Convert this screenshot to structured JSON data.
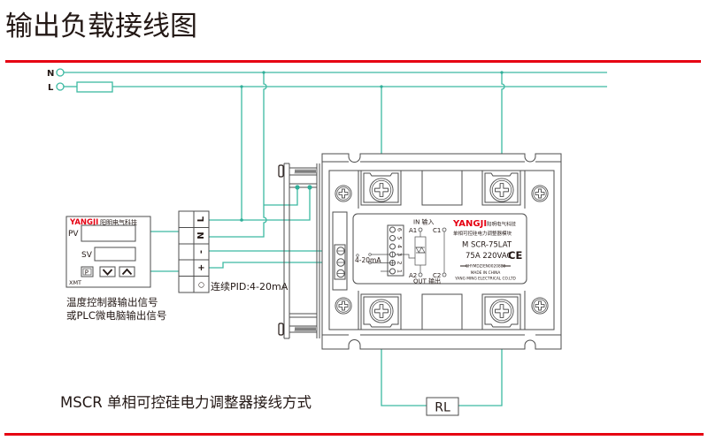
{
  "title": "输出负载接线图",
  "colors": {
    "accent_red": "#e60012",
    "wire": "#3cb9a2",
    "outline": "#4d4d4d",
    "text": "#231815"
  },
  "power": {
    "neutral_label": "N",
    "live_label": "L",
    "fuse": "fuse-icon"
  },
  "controller": {
    "brand": "YANGJI",
    "brand_cn": "阳明电气科技",
    "pv_label": "PV",
    "sv_label": "SV",
    "buttons": [
      {
        "label": "P",
        "icon": "program-key-icon"
      },
      {
        "label": "",
        "icon": "chevron-down-icon"
      },
      {
        "label": "",
        "icon": "chevron-up-icon"
      }
    ],
    "model": "XMT",
    "caption": [
      "温度控制器输出信号",
      "或PLC微电脑输出信号"
    ]
  },
  "terminal_block": {
    "labels": [
      "L",
      "N",
      "-",
      "+",
      "○"
    ],
    "pid_label": "连续PID:4-20mA"
  },
  "module": {
    "in_label": "IN 输入",
    "out_label": "OUT 输出",
    "a1": "A1",
    "c1": "C1",
    "a2": "A2",
    "c2": "C2",
    "input_label": "4-20mA",
    "terminal_numbers": [
      "6",
      "5",
      "4",
      "3",
      "2",
      "1"
    ],
    "brand": "YANGJI",
    "brand_cn": "阳明电气科技",
    "description": "单相可控硅电力调整器模块",
    "model": "M SCR-75LAT",
    "rating": "75A 220VAC",
    "mark": "CE",
    "cert": "CHYMDZ/EN0020888",
    "made_in": "MADE IN CHINA",
    "company": "YANG MING ELECTRICAL CO.LTD"
  },
  "load": {
    "label": "RL"
  },
  "caption": "MSCR 单相可控硅电力调整器接线方式"
}
